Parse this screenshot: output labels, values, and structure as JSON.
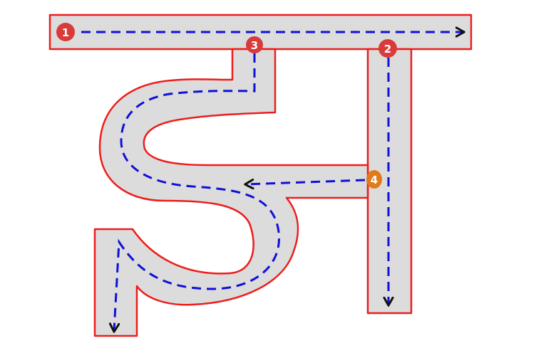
{
  "colors": {
    "stroke_fill": "#dcdcdc",
    "stroke_outline": "#ee1c1c",
    "guide_line": "#1010d8",
    "arrow_head": "#111111",
    "badge_red": "#d93b3b",
    "badge_orange": "#e07a1c"
  },
  "steps": [
    {
      "label": "1"
    },
    {
      "label": "2"
    },
    {
      "label": "3"
    },
    {
      "label": "4"
    }
  ]
}
